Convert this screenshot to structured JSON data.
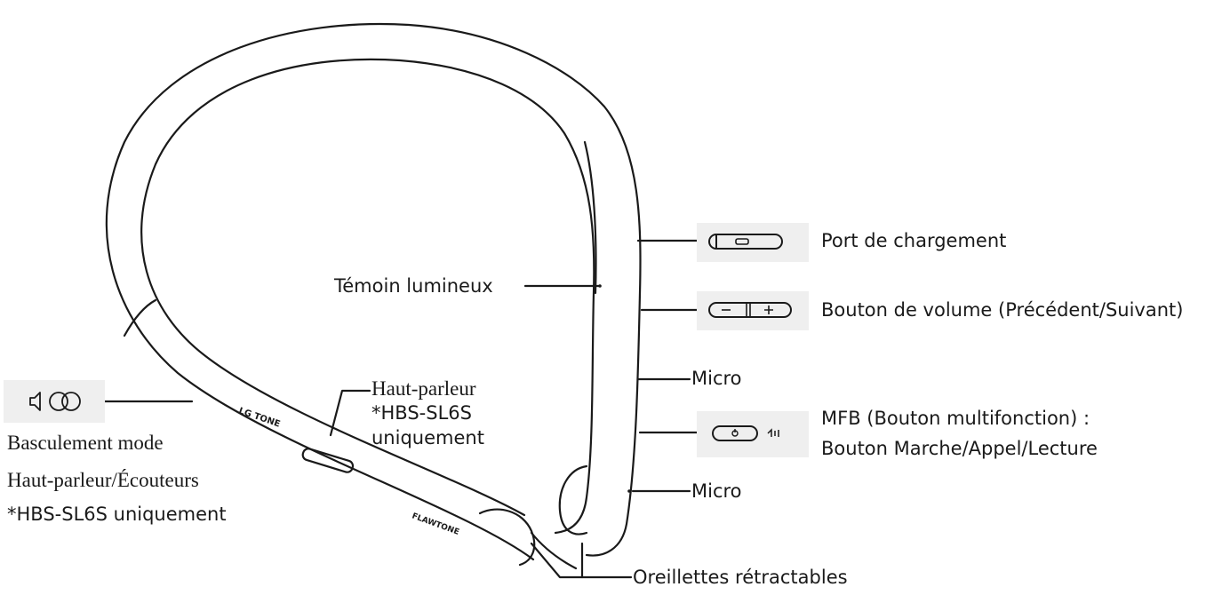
{
  "labels": {
    "indicator": "Témoin lumineux",
    "charging_port": "Port de chargement",
    "volume_button": "Bouton de volume (Précédent/Suivant)",
    "mic_upper": "Micro",
    "mfb_line1": "MFB (Bouton multifonction) :",
    "mfb_line2": "Bouton Marche/Appel/Lecture",
    "mic_lower": "Micro",
    "speaker_line1": "Haut-parleur",
    "speaker_line2": "*HBS-SL6S",
    "speaker_line3": "uniquement",
    "mode_line1": "Basculement mode",
    "mode_line2": "Haut-parleur/Écouteurs",
    "mode_line3": "*HBS-SL6S uniquement",
    "earbuds": "Oreillettes rétractables"
  },
  "device_print": {
    "brand_text": "LG TONE",
    "series_text": "FLAWTONE"
  },
  "colors": {
    "line": "#1a1a1a",
    "button_bg": "#efefef",
    "text": "#1a1a1a"
  },
  "icons": {
    "charging": "usb-port-icon",
    "volume": "volume-rocker-icon",
    "mfb": "power-button-icon",
    "mode": "speaker-toggle-icon"
  }
}
